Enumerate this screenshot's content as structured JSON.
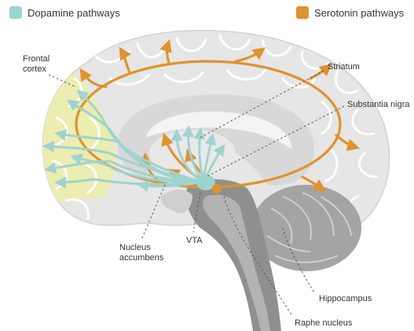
{
  "legend": {
    "dopamine_label": "Dopamine pathways",
    "dopamine_color": "#9fd3cf",
    "serotonin_label": "Serotonin pathways",
    "serotonin_color": "#e0922e"
  },
  "labels": {
    "frontal_cortex": [
      "Frontal",
      "cortex"
    ],
    "striatum": "Striatum",
    "substantia_nigra": "Substantia nigra",
    "vta": "VTA",
    "nucleus_accumbens": [
      "Nucleus",
      "accumbens"
    ],
    "hippocampus": "Hippocampus",
    "raphe_nucleus": "Raphe nucleus"
  },
  "colors": {
    "dopamine": "#9fd3cf",
    "serotonin": "#e0922e",
    "frontal_highlight": "#ecedb0",
    "brain_fill": "#e8e8e8",
    "brain_edge": "#ffffff",
    "inner_fill": "#d6d6d6",
    "cerebellum": "#9c9c9c",
    "brainstem": "#8d8d8d"
  }
}
